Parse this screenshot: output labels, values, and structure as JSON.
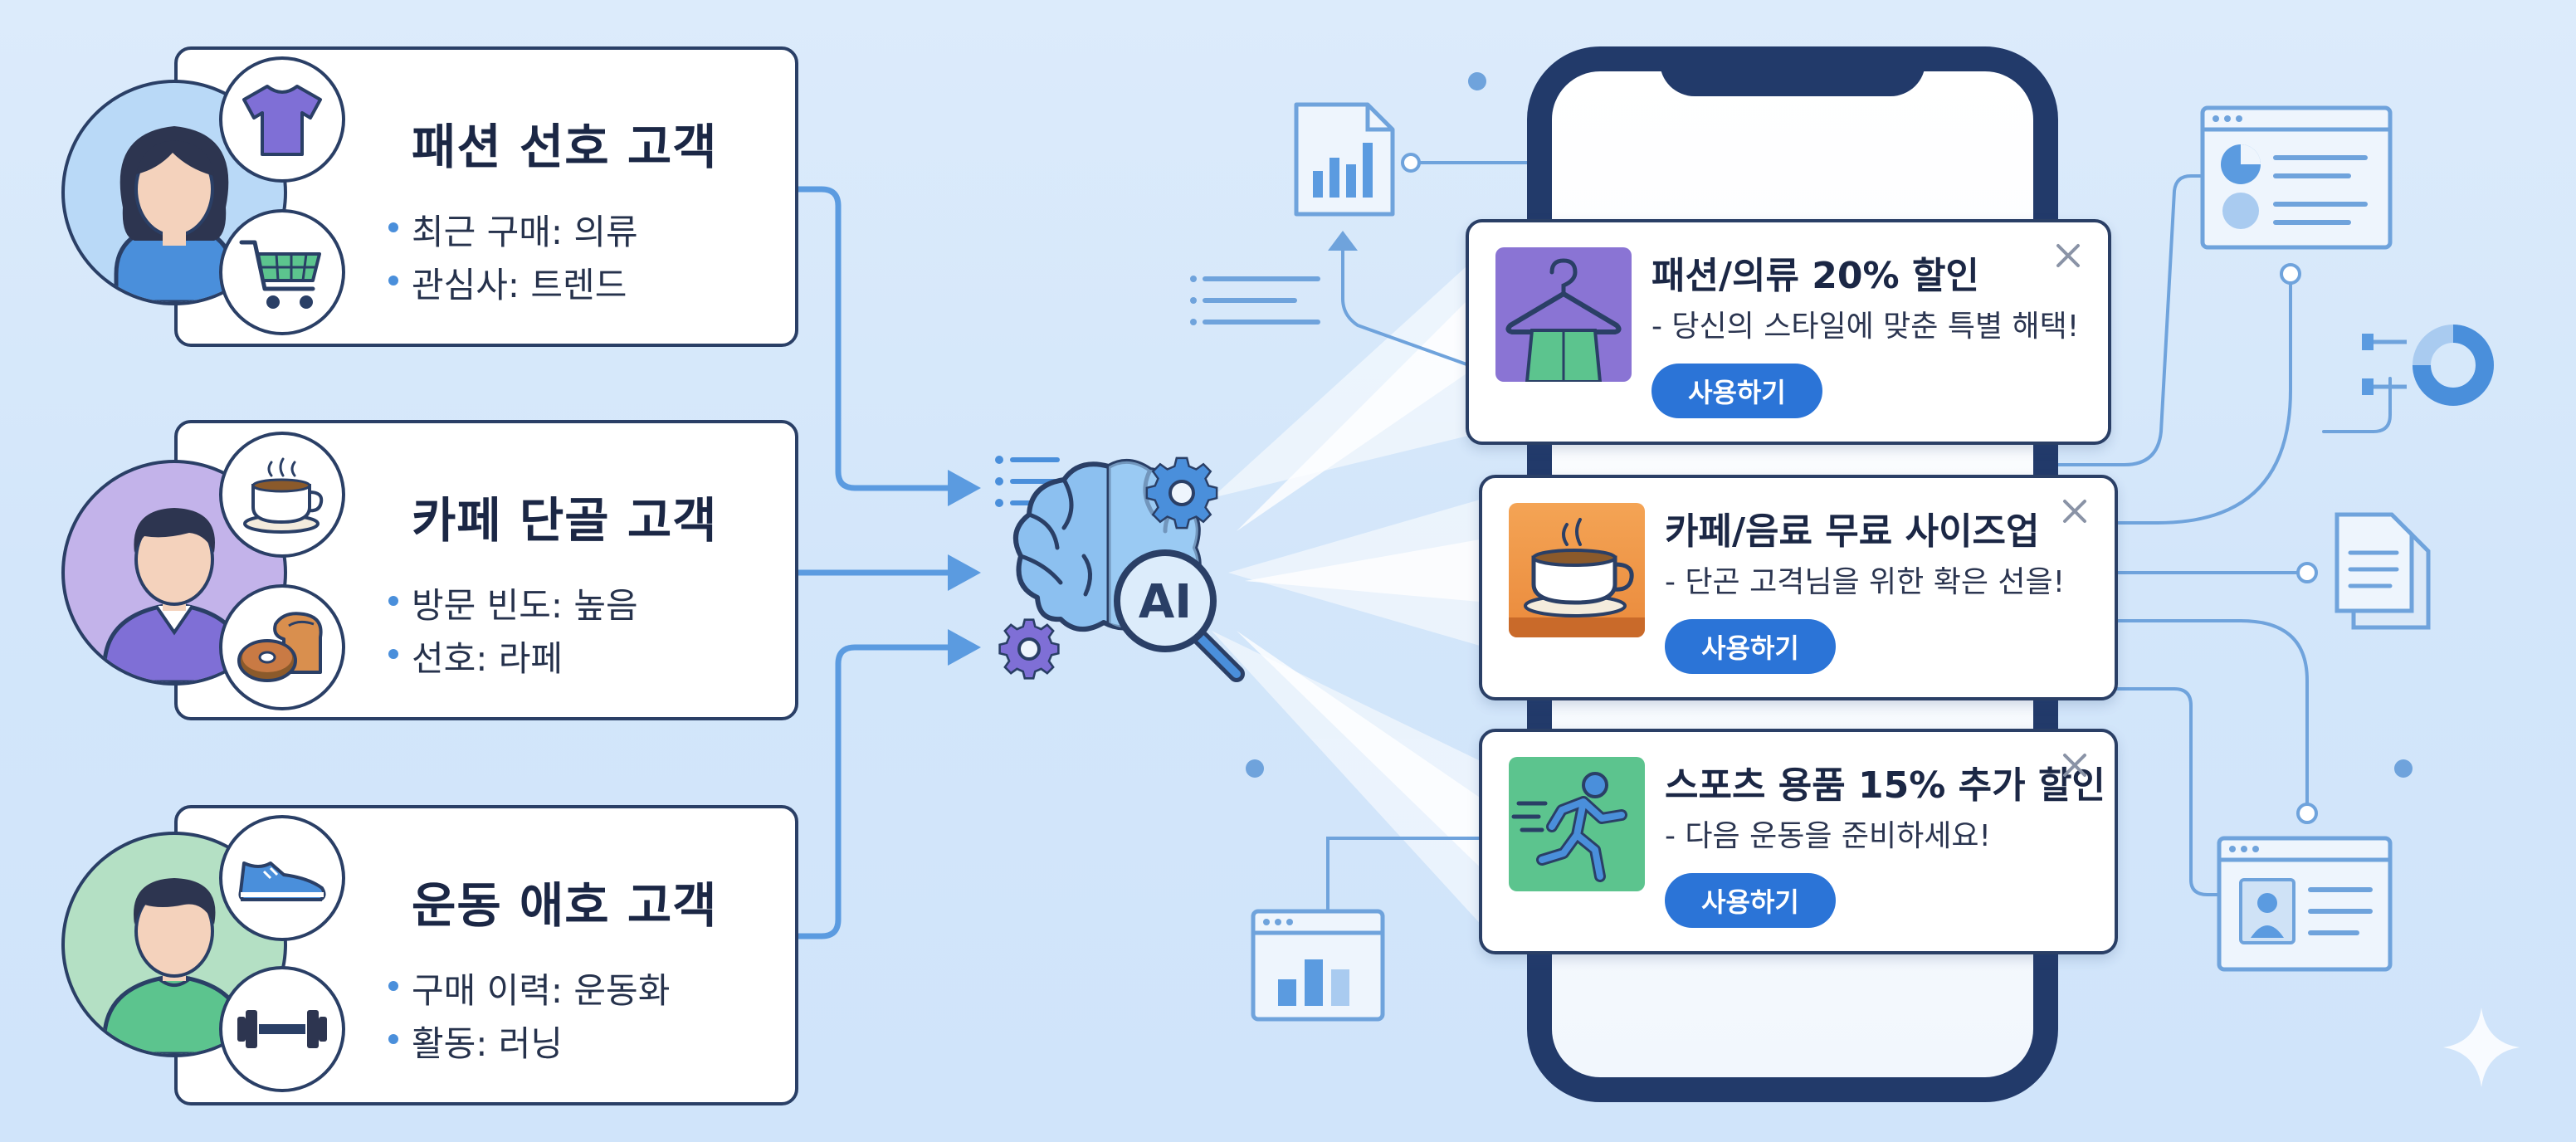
{
  "customers": [
    {
      "title": "패션 선호 고객",
      "details": [
        "최근 구매: 의류",
        "관심사: 트렌드"
      ]
    },
    {
      "title": "카페 단골 고객",
      "details": [
        "방문 빈도: 높음",
        "선호: 라페"
      ]
    },
    {
      "title": "운동 애호 고객",
      "details": [
        "구매 이력: 운동화",
        "활동: 러닝"
      ]
    }
  ],
  "ai_label": "AI",
  "offers": [
    {
      "title": "패션/의류 20% 할인",
      "desc": "- 당신의 스타일에 맞춘 특별 해택!",
      "button": "사용하기"
    },
    {
      "title": "카페/음료 무료 사이즈업",
      "desc": "- 단곤 고격님을 위한 확은 선을!",
      "button": "사용하기"
    },
    {
      "title": "스포츠 용품 15% 추가 할인",
      "desc": "- 다음 운동을 준비하세요!",
      "button": "사용하기"
    }
  ],
  "colors": {
    "outline": "#2a3f66",
    "accent_blue": "#2b74d7",
    "flow_line": "#5b9be0",
    "avatar_fashion": "#b9d9f7",
    "avatar_cafe": "#c3b3ea",
    "avatar_sport": "#b4e0c4",
    "offer_fashion_bg": "#8a74d4",
    "offer_cafe_bg": "#f09a4a",
    "offer_sport_bg": "#5cc48e"
  },
  "icons": [
    "tshirt-icon",
    "shopping-cart-icon",
    "coffee-cup-icon",
    "bread-donut-icon",
    "sneaker-icon",
    "dumbbell-icon",
    "brain-ai-icon",
    "gear-icon",
    "magnifier-icon",
    "hanger-icon",
    "running-person-icon",
    "close-icon",
    "document-chart-icon",
    "browser-window-icon",
    "donut-chart-icon",
    "profile-card-icon",
    "sparkle-icon"
  ]
}
